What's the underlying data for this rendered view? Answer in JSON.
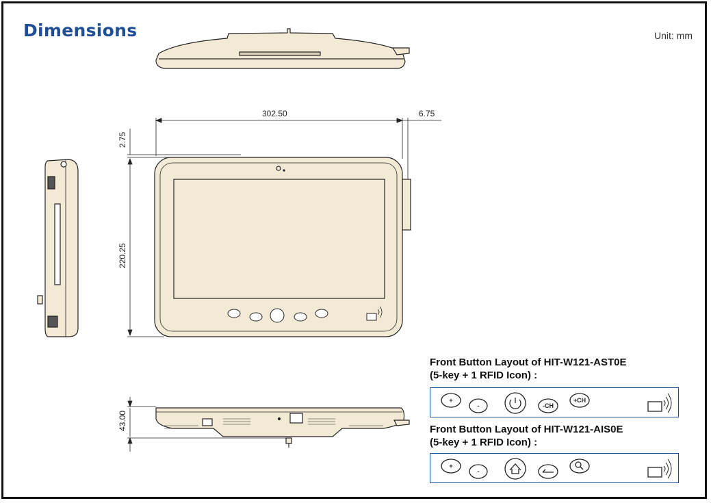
{
  "header": {
    "title": "Dimensions",
    "unit": "Unit: mm"
  },
  "dimensions": {
    "width": "302.50",
    "side_offset": "6.75",
    "top_offset": "2.75",
    "height": "220.25",
    "depth": "43.00"
  },
  "layouts": [
    {
      "title_line1": "Front Button Layout of HIT-W121-AST0E",
      "title_line2": "(5-key + 1 RFID Icon) :",
      "buttons": [
        "+vol",
        "-vol",
        "power",
        "-ch",
        "+ch"
      ],
      "button_labels": [
        "+",
        "-",
        "",
        "-CH",
        "+CH"
      ],
      "rfid": "rfid-icon"
    },
    {
      "title_line1": "Front Button Layout of HIT-W121-AIS0E",
      "title_line2": "(5-key + 1 RFID Icon) :",
      "buttons": [
        "+vol",
        "-vol",
        "home",
        "back",
        "search"
      ],
      "button_labels": [
        "+",
        "-",
        "",
        "",
        ""
      ],
      "rfid": "rfid-icon"
    }
  ],
  "colors": {
    "device_fill": "#f3ead6",
    "outline": "#222222",
    "title_blue": "#1f4e96",
    "box_border": "#1f4e96"
  }
}
